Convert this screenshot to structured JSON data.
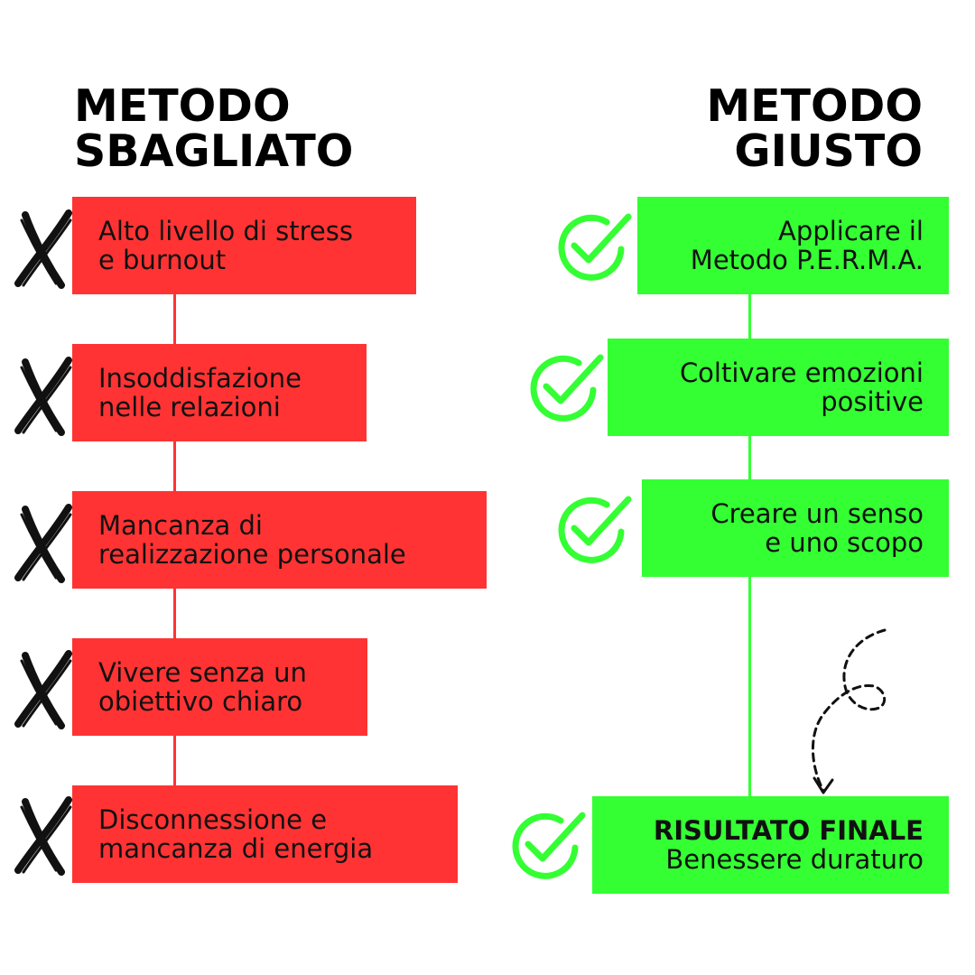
{
  "left": {
    "title": [
      "METODO",
      "SBAGLIATO"
    ],
    "color": "#ff3333",
    "items": [
      [
        "Alto livello di stress",
        "e burnout"
      ],
      [
        "Insoddisfazione",
        "nelle relazioni"
      ],
      [
        "Mancanza di",
        "realizzazione personale"
      ],
      [
        "Vivere senza un",
        "obiettivo chiaro"
      ],
      [
        "Disconnessione e",
        "mancanza di energia"
      ]
    ],
    "icon": "x-mark-icon"
  },
  "right": {
    "title": [
      "METODO",
      "GIUSTO"
    ],
    "color": "#33ff33",
    "items": [
      [
        "Applicare il",
        "Metodo P.E.R.M.A."
      ],
      [
        "Coltivare emozioni",
        "positive"
      ],
      [
        "Creare un senso",
        "e uno scopo"
      ]
    ],
    "final": {
      "heading": "RISULTATO FINALE",
      "text": "Benessere duraturo"
    },
    "icon": "check-circle-icon"
  }
}
